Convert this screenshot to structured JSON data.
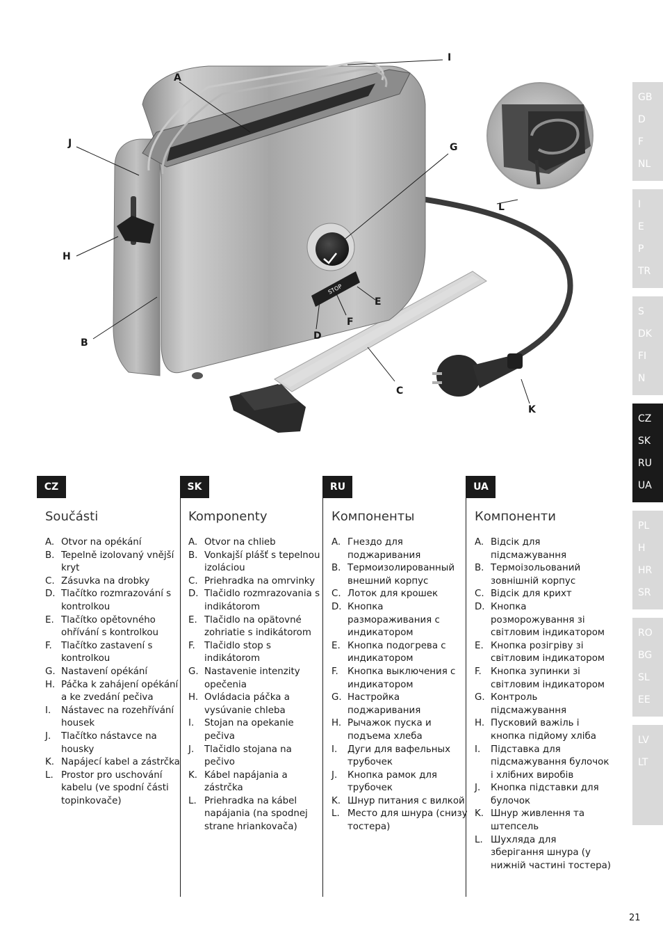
{
  "callouts": {
    "A": "A",
    "B": "B",
    "C": "C",
    "D": "D",
    "E": "E",
    "F": "F",
    "G": "G",
    "H": "H",
    "I": "I",
    "J": "J",
    "K": "K",
    "L": "L"
  },
  "panel_labels": {
    "stop": "STOP"
  },
  "lang_groups": [
    {
      "codes": [
        "GB",
        "D",
        "F",
        "NL"
      ],
      "active": false
    },
    {
      "codes": [
        "I",
        "E",
        "P",
        "TR"
      ],
      "active": false
    },
    {
      "codes": [
        "S",
        "DK",
        "FI",
        "N"
      ],
      "active": false
    },
    {
      "codes": [
        "CZ",
        "SK",
        "RU",
        "UA"
      ],
      "active": true
    },
    {
      "codes": [
        "PL",
        "H",
        "HR",
        "SR"
      ],
      "active": false
    },
    {
      "codes": [
        "RO",
        "BG",
        "SL",
        "EE"
      ],
      "active": false
    },
    {
      "codes": [
        "LV",
        "LT"
      ],
      "active": false
    }
  ],
  "columns": [
    {
      "tag": "CZ",
      "title": "Součásti",
      "items": [
        {
          "letter": "A.",
          "text": "Otvor na opékání"
        },
        {
          "letter": "B.",
          "text": "Tepelně izolovaný vnější kryt"
        },
        {
          "letter": "C.",
          "text": "Zásuvka na drobky"
        },
        {
          "letter": "D.",
          "text": "Tlačítko rozmrazování s kontrolkou"
        },
        {
          "letter": "E.",
          "text": "Tlačítko opětovného ohřívání s kontrolkou"
        },
        {
          "letter": "F.",
          "text": "Tlačítko zastavení s kontrolkou"
        },
        {
          "letter": "G.",
          "text": "Nastavení opékání"
        },
        {
          "letter": "H.",
          "text": "Páčka k zahájení opékání a ke zvedání pečiva"
        },
        {
          "letter": "I.",
          "text": "Nástavec na rozehřívání housek"
        },
        {
          "letter": "J.",
          "text": "Tlačítko nástavce na housky"
        },
        {
          "letter": "K.",
          "text": "Napájecí kabel a zástrčka"
        },
        {
          "letter": "L.",
          "text": "Prostor pro uschování kabelu (ve spodní části topinkovače)"
        }
      ]
    },
    {
      "tag": "SK",
      "title": "Komponenty",
      "items": [
        {
          "letter": "A.",
          "text": "Otvor na chlieb"
        },
        {
          "letter": "B.",
          "text": "Vonkajší plášť s tepelnou izoláciou"
        },
        {
          "letter": "C.",
          "text": "Priehradka na omrvinky"
        },
        {
          "letter": "D.",
          "text": "Tlačidlo rozmrazovania s indikátorom"
        },
        {
          "letter": "E.",
          "text": "Tlačidlo na opätovné zohriatie s indikátorom"
        },
        {
          "letter": "F.",
          "text": "Tlačidlo stop s indikátorom"
        },
        {
          "letter": "G.",
          "text": "Nastavenie intenzity opečenia"
        },
        {
          "letter": "H.",
          "text": "Ovládacia páčka a vysúvanie chleba"
        },
        {
          "letter": "I.",
          "text": "Stojan na opekanie pečiva"
        },
        {
          "letter": "J.",
          "text": "Tlačidlo stojana na pečivo"
        },
        {
          "letter": "K.",
          "text": "Kábel napájania a zástrčka"
        },
        {
          "letter": "L.",
          "text": "Priehradka na kábel napájania (na spodnej strane hriankovača)"
        }
      ]
    },
    {
      "tag": "RU",
      "title": "Компоненты",
      "items": [
        {
          "letter": "A.",
          "text": "Гнездо для поджаривания"
        },
        {
          "letter": "B.",
          "text": "Термоизолированный внешний корпус"
        },
        {
          "letter": "C.",
          "text": "Лоток для крошек"
        },
        {
          "letter": "D.",
          "text": "Кнопка размораживания с индикатором"
        },
        {
          "letter": "E.",
          "text": "Кнопка подогрева с индикатором"
        },
        {
          "letter": "F.",
          "text": "Кнопка выключения с индикатором"
        },
        {
          "letter": "G.",
          "text": "Настройка поджаривания"
        },
        {
          "letter": "H.",
          "text": "Рычажок пуска и подъема хлеба"
        },
        {
          "letter": "I.",
          "text": "Дуги для вафельных трубочек"
        },
        {
          "letter": "J.",
          "text": "Кнопка рамок для трубочек"
        },
        {
          "letter": "K.",
          "text": "Шнур питания с вилкой"
        },
        {
          "letter": "L.",
          "text": "Место для шнура (снизу тостера)"
        }
      ]
    },
    {
      "tag": "UA",
      "title": "Компоненти",
      "items": [
        {
          "letter": "A.",
          "text": "Відсік для підсмажування"
        },
        {
          "letter": "B.",
          "text": "Термоізольований зовнішній корпус"
        },
        {
          "letter": "C.",
          "text": "Відсік для крихт"
        },
        {
          "letter": "D.",
          "text": "Кнопка розморожування зі світловим індикатором"
        },
        {
          "letter": "E.",
          "text": "Кнопка розігріву зі світловим індикатором"
        },
        {
          "letter": "F.",
          "text": "Кнопка зупинки зі світловим індикатором"
        },
        {
          "letter": "G.",
          "text": "Контроль підсмажування"
        },
        {
          "letter": "H.",
          "text": "Пусковий важіль і кнопка підйому хліба"
        },
        {
          "letter": "I.",
          "text": "Підставка для підсмажування булочок і хлібних виробів"
        },
        {
          "letter": "J.",
          "text": "Кнопка підставки для булочок"
        },
        {
          "letter": "K.",
          "text": "Шнур живлення та штепсель"
        },
        {
          "letter": "L.",
          "text": "Шухляда для зберігання шнура (у нижній частині тостера)"
        }
      ]
    }
  ],
  "page_number": "21"
}
